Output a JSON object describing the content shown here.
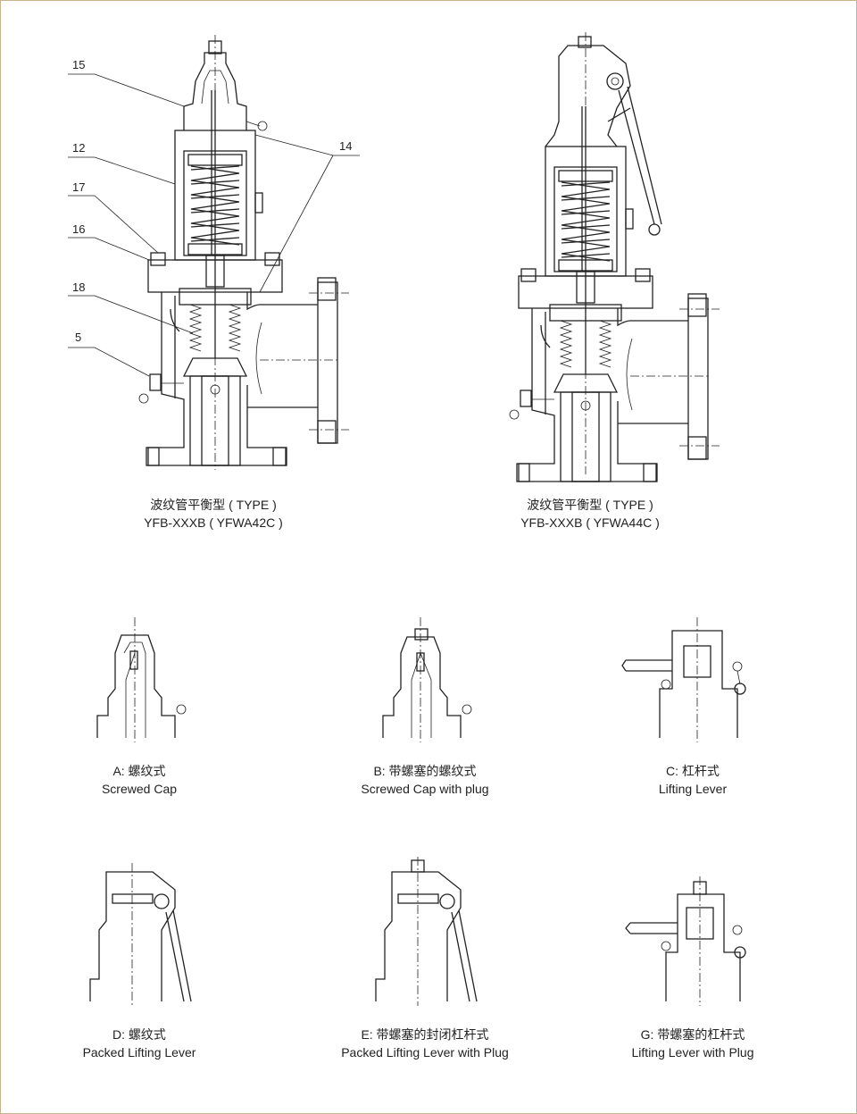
{
  "main_views": [
    {
      "title_cn": "波纹管平衡型 ( TYPE )",
      "model": "YFB-XXXB ( YFWA42C )"
    },
    {
      "title_cn": "波纹管平衡型 ( TYPE )",
      "model": "YFB-XXXB ( YFWA44C )"
    }
  ],
  "part_labels": [
    "15",
    "12",
    "17",
    "16",
    "18",
    "5",
    "14"
  ],
  "detail_views": [
    {
      "title_cn": "A: 螺纹式",
      "title_en": "Screwed Cap"
    },
    {
      "title_cn": "B: 带螺塞的螺纹式",
      "title_en": "Screwed Cap with plug"
    },
    {
      "title_cn": "C: 杠杆式",
      "title_en": "Lifting Lever"
    },
    {
      "title_cn": "D: 螺纹式",
      "title_en": "Packed Lifting Lever"
    },
    {
      "title_cn": "E: 带螺塞的封闭杠杆式",
      "title_en": "Packed Lifting Lever with Plug"
    },
    {
      "title_cn": "G: 带螺塞的杠杆式",
      "title_en": "Lifting Lever with Plug"
    }
  ],
  "colors": {
    "border": "#c8b48c",
    "line": "#222222"
  }
}
